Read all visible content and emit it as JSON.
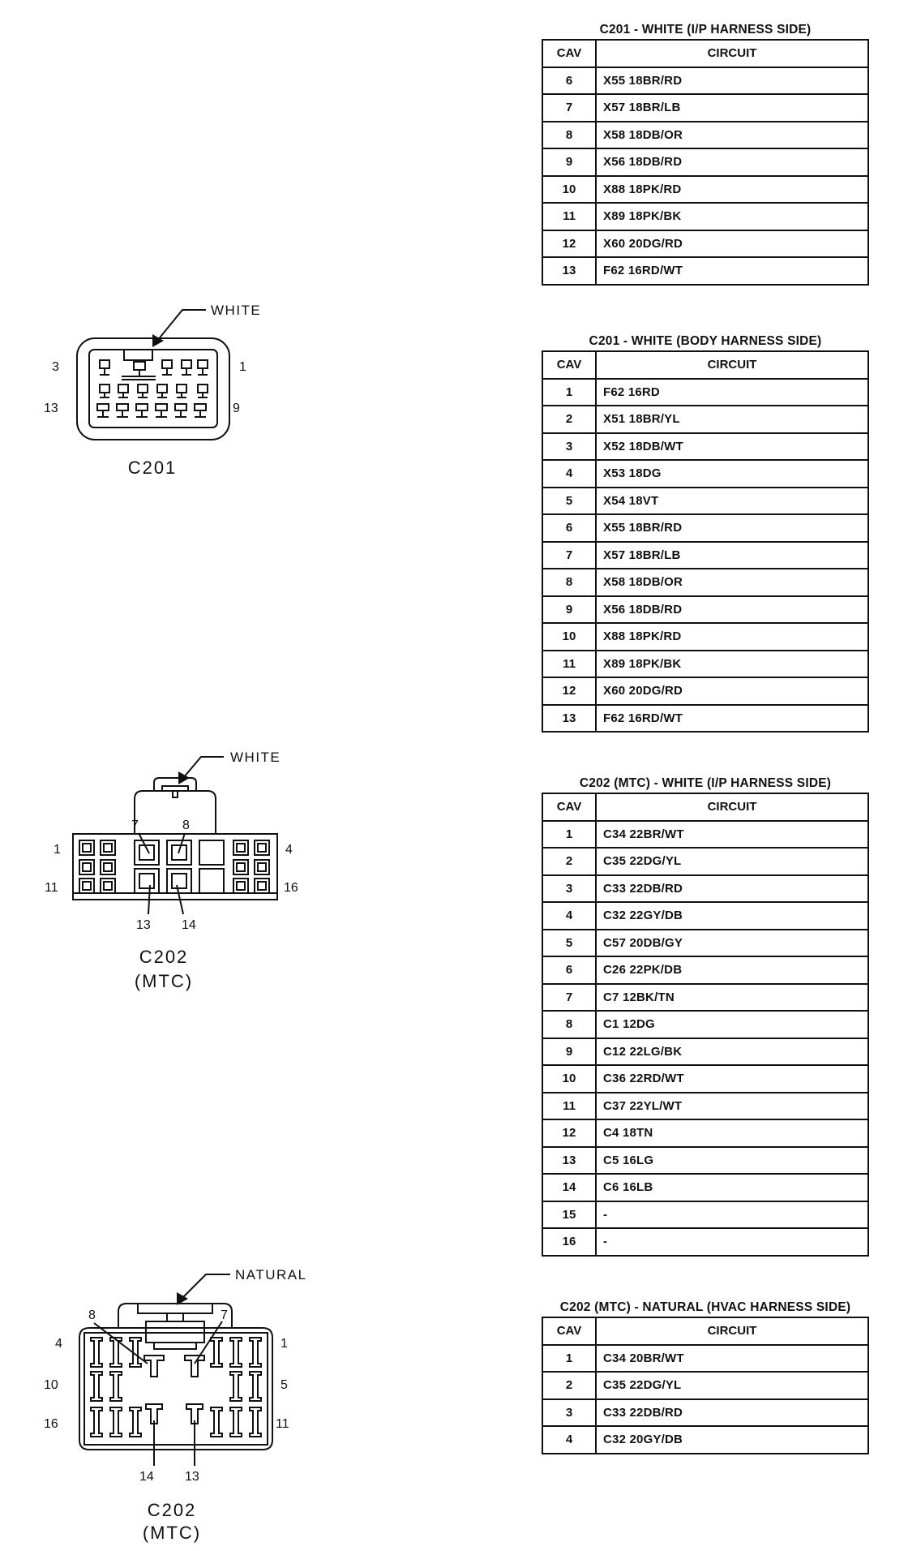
{
  "tables": [
    {
      "caption": "C201 - WHITE (I/P HARNESS SIDE)",
      "col_cav": "CAV",
      "col_circuit": "CIRCUIT",
      "rows": [
        {
          "cav": "6",
          "circuit": "X55 18BR/RD"
        },
        {
          "cav": "7",
          "circuit": "X57 18BR/LB"
        },
        {
          "cav": "8",
          "circuit": "X58 18DB/OR"
        },
        {
          "cav": "9",
          "circuit": "X56 18DB/RD"
        },
        {
          "cav": "10",
          "circuit": "X88 18PK/RD"
        },
        {
          "cav": "11",
          "circuit": "X89 18PK/BK"
        },
        {
          "cav": "12",
          "circuit": "X60 20DG/RD"
        },
        {
          "cav": "13",
          "circuit": "F62 16RD/WT"
        }
      ]
    },
    {
      "caption": "C201 - WHITE (BODY HARNESS SIDE)",
      "col_cav": "CAV",
      "col_circuit": "CIRCUIT",
      "rows": [
        {
          "cav": "1",
          "circuit": "F62 16RD"
        },
        {
          "cav": "2",
          "circuit": "X51 18BR/YL"
        },
        {
          "cav": "3",
          "circuit": "X52 18DB/WT"
        },
        {
          "cav": "4",
          "circuit": "X53 18DG"
        },
        {
          "cav": "5",
          "circuit": "X54 18VT"
        },
        {
          "cav": "6",
          "circuit": "X55 18BR/RD"
        },
        {
          "cav": "7",
          "circuit": "X57 18BR/LB"
        },
        {
          "cav": "8",
          "circuit": "X58 18DB/OR"
        },
        {
          "cav": "9",
          "circuit": "X56 18DB/RD"
        },
        {
          "cav": "10",
          "circuit": "X88 18PK/RD"
        },
        {
          "cav": "11",
          "circuit": "X89 18PK/BK"
        },
        {
          "cav": "12",
          "circuit": "X60 20DG/RD"
        },
        {
          "cav": "13",
          "circuit": "F62 16RD/WT"
        }
      ]
    },
    {
      "caption": "C202 (MTC) - WHITE (I/P HARNESS SIDE)",
      "col_cav": "CAV",
      "col_circuit": "CIRCUIT",
      "rows": [
        {
          "cav": "1",
          "circuit": "C34 22BR/WT"
        },
        {
          "cav": "2",
          "circuit": "C35 22DG/YL"
        },
        {
          "cav": "3",
          "circuit": "C33 22DB/RD"
        },
        {
          "cav": "4",
          "circuit": "C32 22GY/DB"
        },
        {
          "cav": "5",
          "circuit": "C57 20DB/GY"
        },
        {
          "cav": "6",
          "circuit": "C26 22PK/DB"
        },
        {
          "cav": "7",
          "circuit": "C7 12BK/TN"
        },
        {
          "cav": "8",
          "circuit": "C1 12DG"
        },
        {
          "cav": "9",
          "circuit": "C12 22LG/BK"
        },
        {
          "cav": "10",
          "circuit": "C36 22RD/WT"
        },
        {
          "cav": "11",
          "circuit": "C37 22YL/WT"
        },
        {
          "cav": "12",
          "circuit": "C4 18TN"
        },
        {
          "cav": "13",
          "circuit": "C5 16LG"
        },
        {
          "cav": "14",
          "circuit": "C6 16LB"
        },
        {
          "cav": "15",
          "circuit": "-"
        },
        {
          "cav": "16",
          "circuit": "-"
        }
      ]
    },
    {
      "caption": "C202 (MTC) - NATURAL (HVAC HARNESS SIDE)",
      "col_cav": "CAV",
      "col_circuit": "CIRCUIT",
      "rows": [
        {
          "cav": "1",
          "circuit": "C34 20BR/WT"
        },
        {
          "cav": "2",
          "circuit": "C35 22DG/YL"
        },
        {
          "cav": "3",
          "circuit": "C33 22DB/RD"
        },
        {
          "cav": "4",
          "circuit": "C32 20GY/DB"
        }
      ]
    }
  ],
  "connectors": {
    "c201": {
      "color_label": "WHITE",
      "name": "C201",
      "pin_labels": {
        "top_left": "3",
        "top_right": "1",
        "bottom_left": "13",
        "bottom_right": "9"
      }
    },
    "c202_white": {
      "color_label": "WHITE",
      "name": "C202",
      "sub": "(MTC)",
      "pin_labels": {
        "p7": "7",
        "p8": "8",
        "left_top": "1",
        "right_top": "4",
        "left_bottom": "11",
        "right_bottom": "16",
        "p13": "13",
        "p14": "14"
      }
    },
    "c202_natural": {
      "color_label": "NATURAL",
      "name": "C202",
      "sub": "(MTC)",
      "pin_labels": {
        "p8": "8",
        "p7": "7",
        "left_top": "4",
        "right_top": "1",
        "left_mid": "10",
        "right_mid": "5",
        "left_bottom": "16",
        "right_bottom": "11",
        "p14": "14",
        "p13": "13"
      }
    }
  }
}
